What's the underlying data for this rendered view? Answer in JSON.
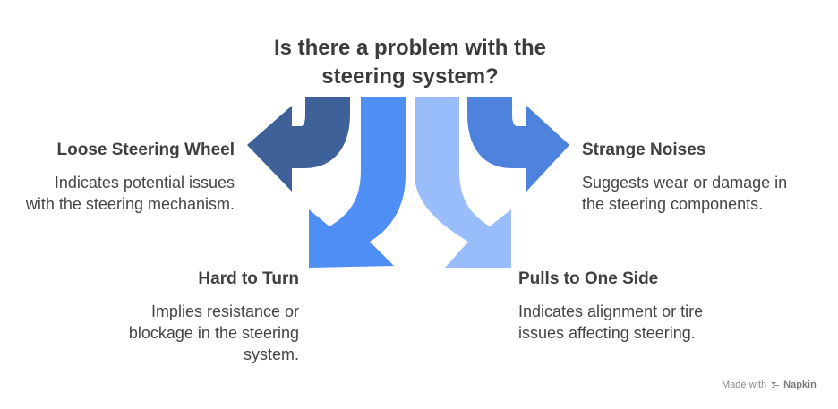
{
  "title": {
    "line1": "Is there a problem with the",
    "line2": "steering system?"
  },
  "items": [
    {
      "heading": "Loose Steering Wheel",
      "desc": [
        "Indicates potential issues",
        "with the steering mechanism."
      ],
      "color": "#3f6199"
    },
    {
      "heading": "Hard to Turn",
      "desc": [
        "Implies resistance or",
        "blockage in the steering",
        "system."
      ],
      "color": "#4f8ff5"
    },
    {
      "heading": "Pulls to One Side",
      "desc": [
        "Indicates alignment or tire",
        "issues affecting steering."
      ],
      "color": "#98bdfa"
    },
    {
      "heading": "Strange Noises",
      "desc": [
        "Suggests wear or damage in",
        "the steering components."
      ],
      "color": "#4d83dc"
    }
  ],
  "footer": {
    "made_with": "Made with",
    "brand": "Napkin"
  }
}
